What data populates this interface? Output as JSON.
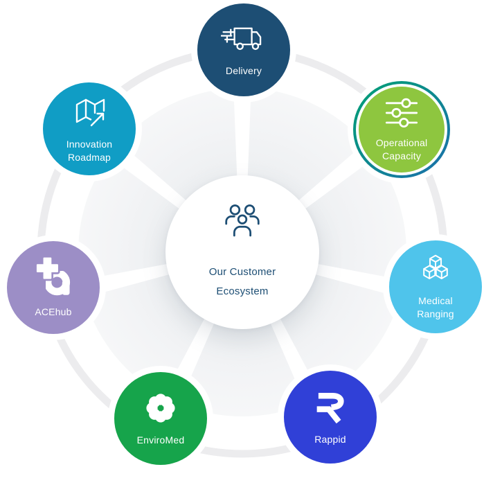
{
  "diagram": {
    "center": {
      "label": "Our Customer\nEcosystem",
      "icon": "people-group-icon",
      "text_color": "#1d4e74",
      "bg_color": "#ffffff"
    },
    "nodes": [
      {
        "id": "delivery",
        "label": "Delivery",
        "color": "#1d4e74",
        "icon": "delivery-truck-icon"
      },
      {
        "id": "operational-capacity",
        "label": "Operational\nCapacity",
        "color": "#8ec63f",
        "icon": "sliders-icon",
        "highlighted": true,
        "ring": {
          "from": "#00a173",
          "to": "#1c6fad"
        }
      },
      {
        "id": "medical-ranging",
        "label": "Medical\nRanging",
        "color": "#4fc4eb",
        "icon": "cubes-icon"
      },
      {
        "id": "rappid",
        "label": "Rappid",
        "color": "#3040d7",
        "icon": "rappid-logo"
      },
      {
        "id": "enviromed",
        "label": "EnviroMed",
        "color": "#16a44b",
        "icon": "flower-logo"
      },
      {
        "id": "acehub",
        "label": "ACEhub",
        "color": "#9c8ec6",
        "icon": "acehub-logo"
      },
      {
        "id": "innovation-roadmap",
        "label": "Innovation\nRoadmap",
        "color": "#109dc5",
        "icon": "map-arrow-icon"
      }
    ],
    "decor": {
      "outer_ring_color": "#ececee",
      "rosette_inner_color": "#edeff1",
      "rosette_outer_color": "#f6f7f8"
    }
  }
}
